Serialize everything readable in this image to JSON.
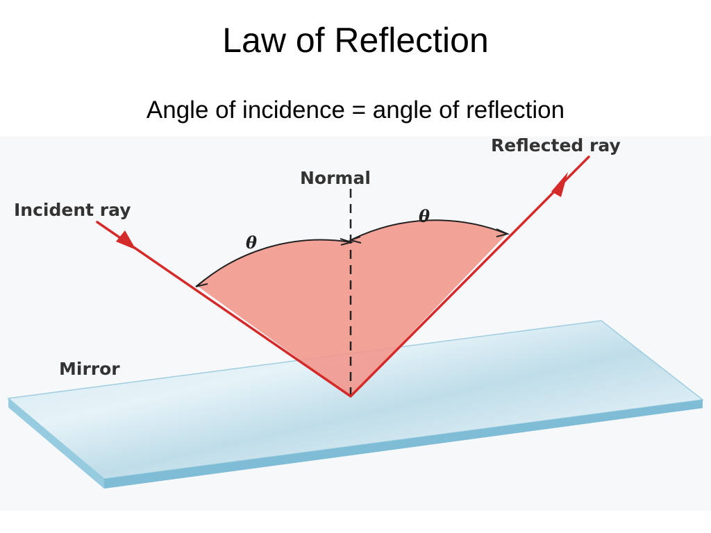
{
  "slide": {
    "title": "Law of Reflection",
    "subtitle": "Angle of incidence = angle of reflection"
  },
  "diagram": {
    "labels": {
      "normal": "Normal",
      "incident_ray": "Incident ray",
      "reflected_ray": "Reflected ray",
      "mirror": "Mirror",
      "angle_incidence": "θ",
      "angle_reflection": "θ"
    },
    "colors": {
      "ray": "#d42a2a",
      "angle_fill": "#f2958a",
      "mirror_top": "#d3eaf3",
      "mirror_edge": "#7ebdd6",
      "background": "#f6f8fa",
      "label": "#333333"
    }
  }
}
